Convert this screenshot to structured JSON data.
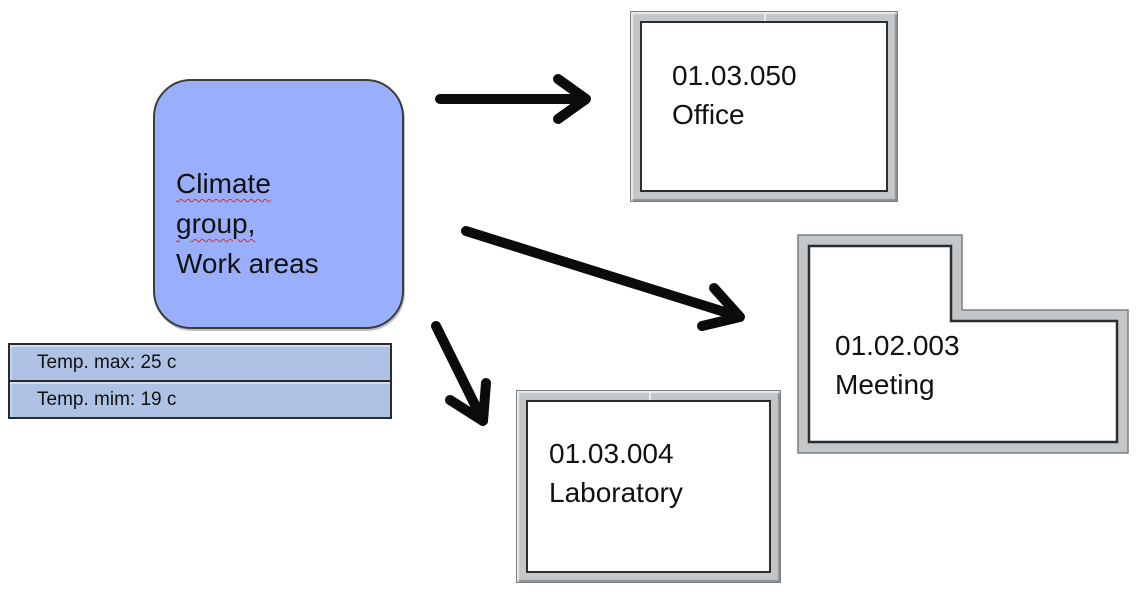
{
  "node": {
    "lines": [
      "Climate",
      "group,",
      "Work areas"
    ]
  },
  "temperature_table": {
    "rows": [
      "Temp. max: 25 c",
      "Temp. mim: 19 c"
    ]
  },
  "rooms": {
    "office": {
      "id": "01.03.050",
      "name": "Office"
    },
    "meeting": {
      "id": "01.02.003",
      "name": "Meeting"
    },
    "laboratory": {
      "id": "01.03.004",
      "name": "Laboratory"
    }
  },
  "arrows": [
    {
      "from": "climate-group-work-areas",
      "to": "office"
    },
    {
      "from": "climate-group-work-areas",
      "to": "meeting"
    },
    {
      "from": "climate-group-work-areas",
      "to": "laboratory"
    }
  ],
  "colors": {
    "node_fill": "#9aaffb",
    "node_border": "#3c3c3c",
    "table_fill": "#adc2e4",
    "table_border": "#2b2b2b",
    "room_frame_fill": "#c3c7ca",
    "room_frame_line": "#2d2d2d",
    "arrow": "#0b0b0b",
    "spellcheck_underline": "#d93025",
    "text": "#111111",
    "background": "#ffffff"
  }
}
